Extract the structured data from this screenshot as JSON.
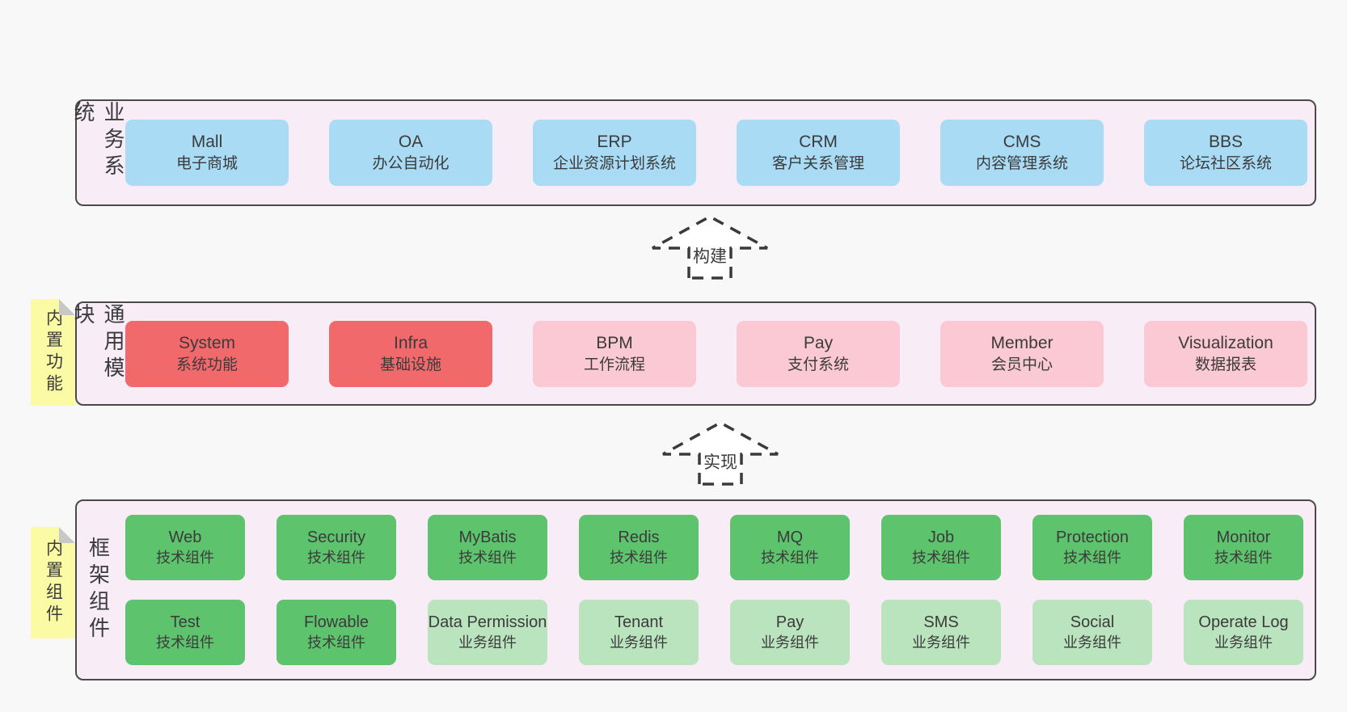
{
  "palette": {
    "page_bg": "#f8f8f8",
    "layer_bg": "#f8edf7",
    "layer_border": "#4a4a4a",
    "blue": "#a9dbf4",
    "red": "#f2696c",
    "pink": "#fac9d3",
    "green_dark": "#5ec36d",
    "green_light": "#bae4bd",
    "note_bg": "#fbfba6",
    "note_fold": "#c8c8c8",
    "arrow_stroke": "#3a3a3a",
    "text": "#3b3b3b"
  },
  "layers": [
    {
      "label": "业务系统",
      "boxes": [
        {
          "name": "Mall",
          "desc": "电子商城",
          "variant": "blue"
        },
        {
          "name": "OA",
          "desc": "办公自动化",
          "variant": "blue"
        },
        {
          "name": "ERP",
          "desc": "企业资源计划系统",
          "variant": "blue"
        },
        {
          "name": "CRM",
          "desc": "客户关系管理",
          "variant": "blue"
        },
        {
          "name": "CMS",
          "desc": "内容管理系统",
          "variant": "blue"
        },
        {
          "name": "BBS",
          "desc": "论坛社区系统",
          "variant": "blue"
        }
      ]
    },
    {
      "label": "通用模块",
      "note": "内置功能",
      "boxes": [
        {
          "name": "System",
          "desc": "系统功能",
          "variant": "red"
        },
        {
          "name": "Infra",
          "desc": "基础设施",
          "variant": "red"
        },
        {
          "name": "BPM",
          "desc": "工作流程",
          "variant": "pink"
        },
        {
          "name": "Pay",
          "desc": "支付系统",
          "variant": "pink"
        },
        {
          "name": "Member",
          "desc": "会员中心",
          "variant": "pink"
        },
        {
          "name": "Visualization",
          "desc": "数据报表",
          "variant": "pink"
        }
      ]
    },
    {
      "label": "框架组件",
      "note": "内置组件",
      "rows": [
        [
          {
            "name": "Web",
            "desc": "技术组件",
            "variant": "tech"
          },
          {
            "name": "Security",
            "desc": "技术组件",
            "variant": "tech"
          },
          {
            "name": "MyBatis",
            "desc": "技术组件",
            "variant": "tech"
          },
          {
            "name": "Redis",
            "desc": "技术组件",
            "variant": "tech"
          },
          {
            "name": "MQ",
            "desc": "技术组件",
            "variant": "tech"
          },
          {
            "name": "Job",
            "desc": "技术组件",
            "variant": "tech"
          },
          {
            "name": "Protection",
            "desc": "技术组件",
            "variant": "tech"
          },
          {
            "name": "Monitor",
            "desc": "技术组件",
            "variant": "tech"
          }
        ],
        [
          {
            "name": "Test",
            "desc": "技术组件",
            "variant": "tech"
          },
          {
            "name": "Flowable",
            "desc": "技术组件",
            "variant": "tech"
          },
          {
            "name": "Data Permission",
            "desc": "业务组件",
            "variant": "biz"
          },
          {
            "name": "Tenant",
            "desc": "业务组件",
            "variant": "biz"
          },
          {
            "name": "Pay",
            "desc": "业务组件",
            "variant": "biz"
          },
          {
            "name": "SMS",
            "desc": "业务组件",
            "variant": "biz"
          },
          {
            "name": "Social",
            "desc": "业务组件",
            "variant": "biz"
          },
          {
            "name": "Operate Log",
            "desc": "业务组件",
            "variant": "biz"
          }
        ]
      ]
    }
  ],
  "arrows": [
    {
      "label": "构建"
    },
    {
      "label": "实现"
    }
  ]
}
